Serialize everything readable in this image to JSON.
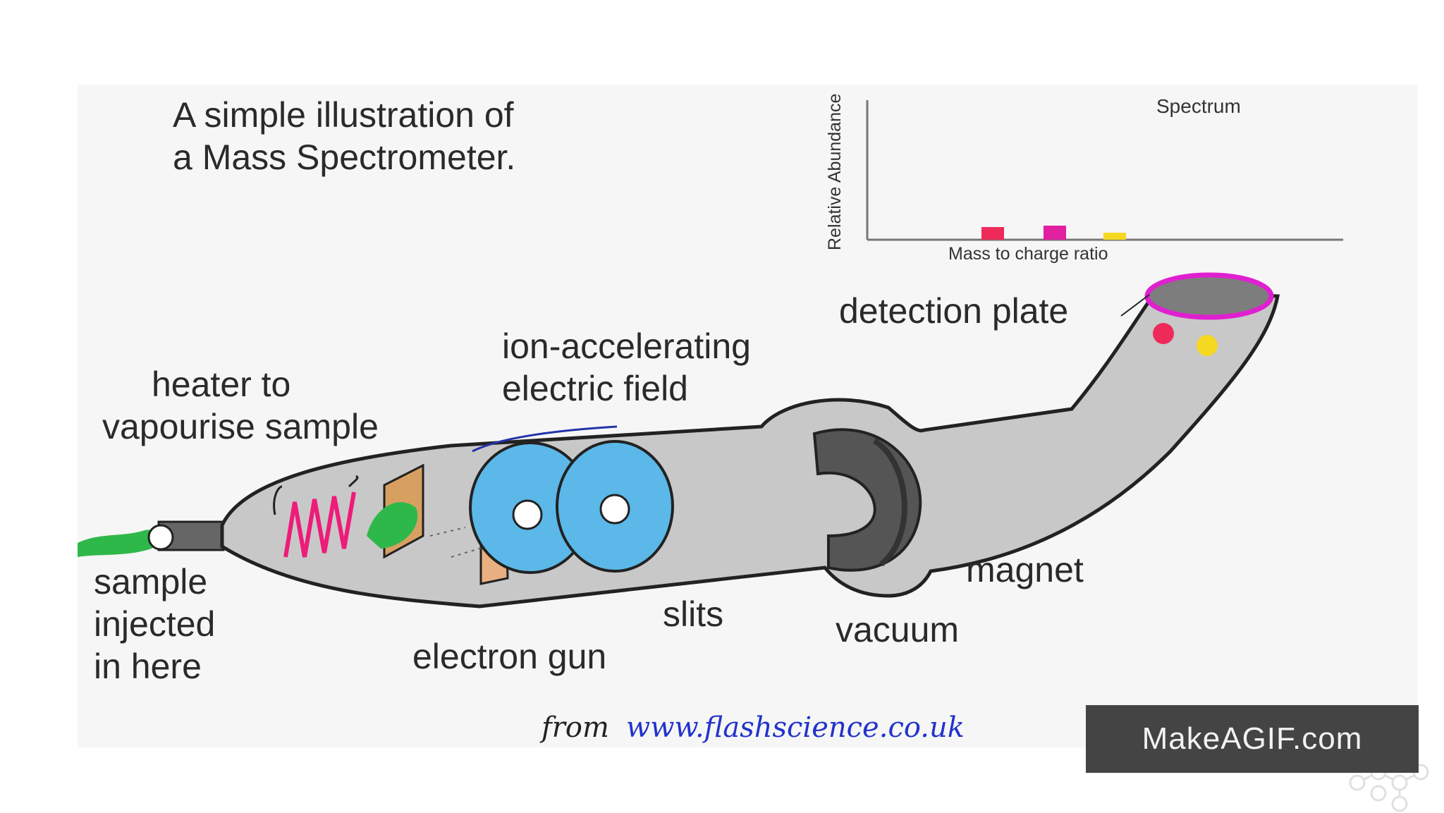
{
  "title": {
    "line1": "A simple illustration of",
    "line2": "a Mass Spectrometer."
  },
  "spectrum": {
    "title": "Spectrum",
    "ylabel": "Relative Abundance",
    "xlabel": "Mass to charge ratio"
  },
  "labels": {
    "detection_plate": "detection plate",
    "ion_field_1": "ion-accelerating",
    "ion_field_2": "electric field",
    "heater_1": "heater to",
    "heater_2": "vapourise sample",
    "sample_1": "sample",
    "sample_2": "injected",
    "sample_3": "in here",
    "slits": "slits",
    "electron_gun": "electron gun",
    "magnet": "magnet",
    "vacuum": "vacuum"
  },
  "credit": {
    "from": "from",
    "url": "www.flashscience.co.uk"
  },
  "watermark": "MakeAGIF.com",
  "colors": {
    "tube": "#c8c8c8",
    "slit_discs": "#5bb8e8",
    "magnet": "#555555",
    "heater_coil": "#ee1b79",
    "sample": "#2fb84a",
    "detector_ring": "#e020d0",
    "ion_red": "#ee2a5a",
    "ion_yellow": "#f5d822"
  }
}
